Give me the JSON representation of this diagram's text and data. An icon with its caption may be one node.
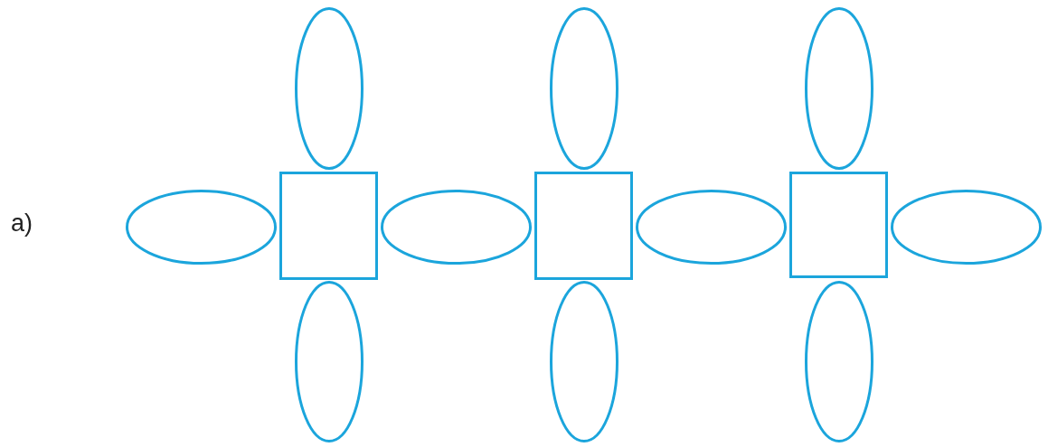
{
  "diagram": {
    "nodes": [
      {
        "text": [],
        "shape": "ellipse"
      },
      {
        "text": [],
        "shape": "ellipse"
      },
      {
        "text": [],
        "shape": "ellipse"
      },
      {
        "text": [],
        "shape": "ellipse"
      },
      {
        "text": [],
        "shape": "box"
      },
      {
        "text": [],
        "shape": "ellipse"
      },
      {
        "text": [],
        "shape": "box"
      },
      {
        "text": [],
        "shape": "ellipse"
      },
      {
        "text": [],
        "shape": "box"
      },
      {
        "text": [],
        "shape": "ellipse"
      },
      {
        "text": [],
        "shape": "ellipse"
      },
      {
        "text": [],
        "shape": "ellipse"
      },
      {
        "text": [],
        "shape": "ellipse"
      }
    ],
    "labels": [
      "a)"
    ]
  }
}
